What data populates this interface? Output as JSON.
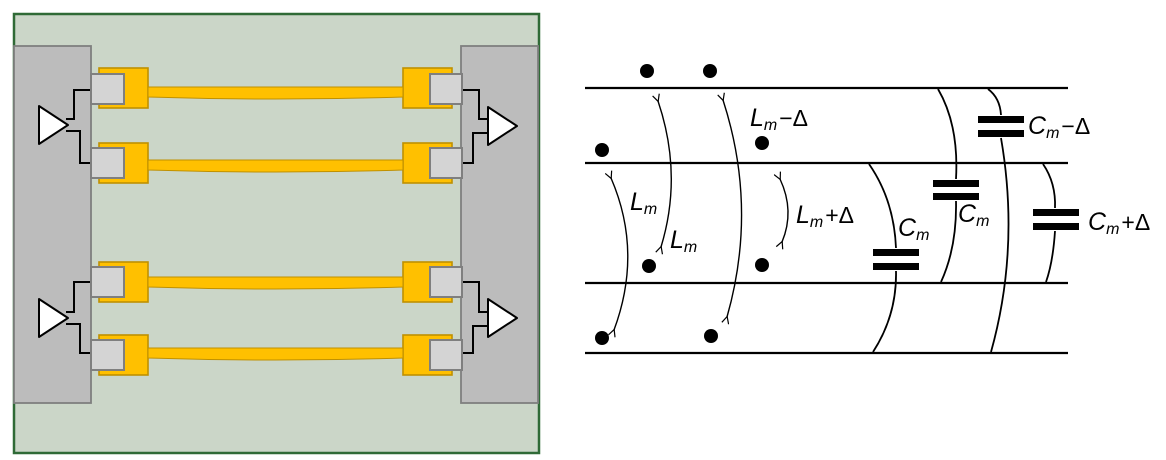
{
  "colors": {
    "board": "#cbd6c8",
    "board_border": "#2f6a36",
    "block": "#bcbcbc",
    "block_border": "#7f7f7f",
    "wire": "#ffc000",
    "wire_border": "#bf9000",
    "pad": "#d4d4d4",
    "pad_border": "#7f7f7f",
    "buffer": "#ffffff",
    "ink": "#000000"
  },
  "right_diagram": {
    "inductance_labels": [
      {
        "base": "L",
        "sub": "m",
        "suffix": "−Δ"
      },
      {
        "base": "L",
        "sub": "m",
        "suffix": ""
      },
      {
        "base": "L",
        "sub": "m",
        "suffix": ""
      },
      {
        "base": "L",
        "sub": "m",
        "suffix": "+Δ"
      }
    ],
    "capacitance_labels": [
      {
        "base": "C",
        "sub": "m",
        "suffix": "−Δ"
      },
      {
        "base": "C",
        "sub": "m",
        "suffix": ""
      },
      {
        "base": "C",
        "sub": "m",
        "suffix": ""
      },
      {
        "base": "C",
        "sub": "m",
        "suffix": "+Δ"
      }
    ]
  }
}
